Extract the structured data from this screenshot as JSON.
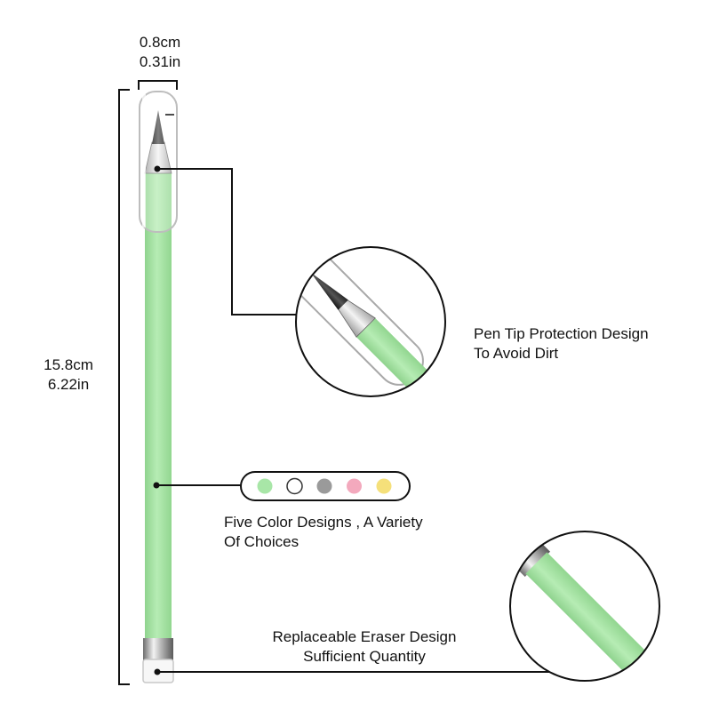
{
  "dimensions": {
    "width_cm": "0.8cm",
    "width_in": "0.31in",
    "length_cm": "15.8cm",
    "length_in": "6.22in"
  },
  "callouts": {
    "tip": {
      "line1": "Pen Tip Protection Design",
      "line2": "To Avoid Dirt"
    },
    "colors": {
      "line1": "Five Color Designs , A Variety",
      "line2": "Of Choices"
    },
    "eraser": {
      "line1": "Replaceable Eraser Design",
      "line2": "Sufficient Quantity"
    }
  },
  "swatches": [
    {
      "name": "green",
      "color": "#a8e6a7"
    },
    {
      "name": "white",
      "color": "#ffffff"
    },
    {
      "name": "gray",
      "color": "#9a9a9a"
    },
    {
      "name": "pink",
      "color": "#f3a9bd"
    },
    {
      "name": "yellow",
      "color": "#f5e07a"
    }
  ],
  "colors": {
    "pen_body": "#a8e6a7",
    "pen_body_dark": "#8fd38e",
    "ink": "#111111"
  }
}
